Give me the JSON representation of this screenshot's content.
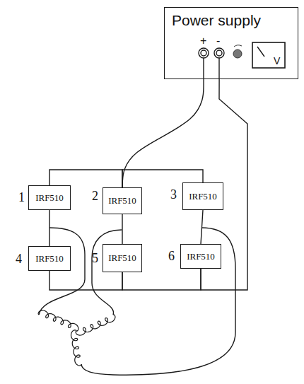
{
  "diagram": {
    "nodes": [
      {
        "text": [
          "Power supply"
        ]
      },
      {
        "text": [
          "IRF510"
        ]
      },
      {
        "text": [
          "IRF510"
        ]
      },
      {
        "text": [
          "IRF510"
        ]
      },
      {
        "text": [
          "IRF510"
        ]
      },
      {
        "text": [
          "IRF510"
        ]
      },
      {
        "text": [
          "IRF510"
        ]
      }
    ],
    "edges": [
      {
        "from": 0,
        "to": 2,
        "arrow": "none"
      },
      {
        "from": 0,
        "to": 6,
        "arrow": "none"
      },
      {
        "from": 1,
        "to": 2,
        "arrow": "none"
      },
      {
        "from": 2,
        "to": 3,
        "arrow": "none"
      },
      {
        "from": 4,
        "to": 5,
        "arrow": "none"
      },
      {
        "from": 5,
        "to": 6,
        "arrow": "none"
      },
      {
        "from": 1,
        "to": 4,
        "arrow": "none"
      },
      {
        "from": 2,
        "to": 5,
        "arrow": "none"
      },
      {
        "from": 3,
        "to": 6,
        "arrow": "none"
      }
    ],
    "labels": [
      "+",
      "-",
      "V",
      "1",
      "2",
      "3",
      "4",
      "5",
      "6"
    ]
  }
}
